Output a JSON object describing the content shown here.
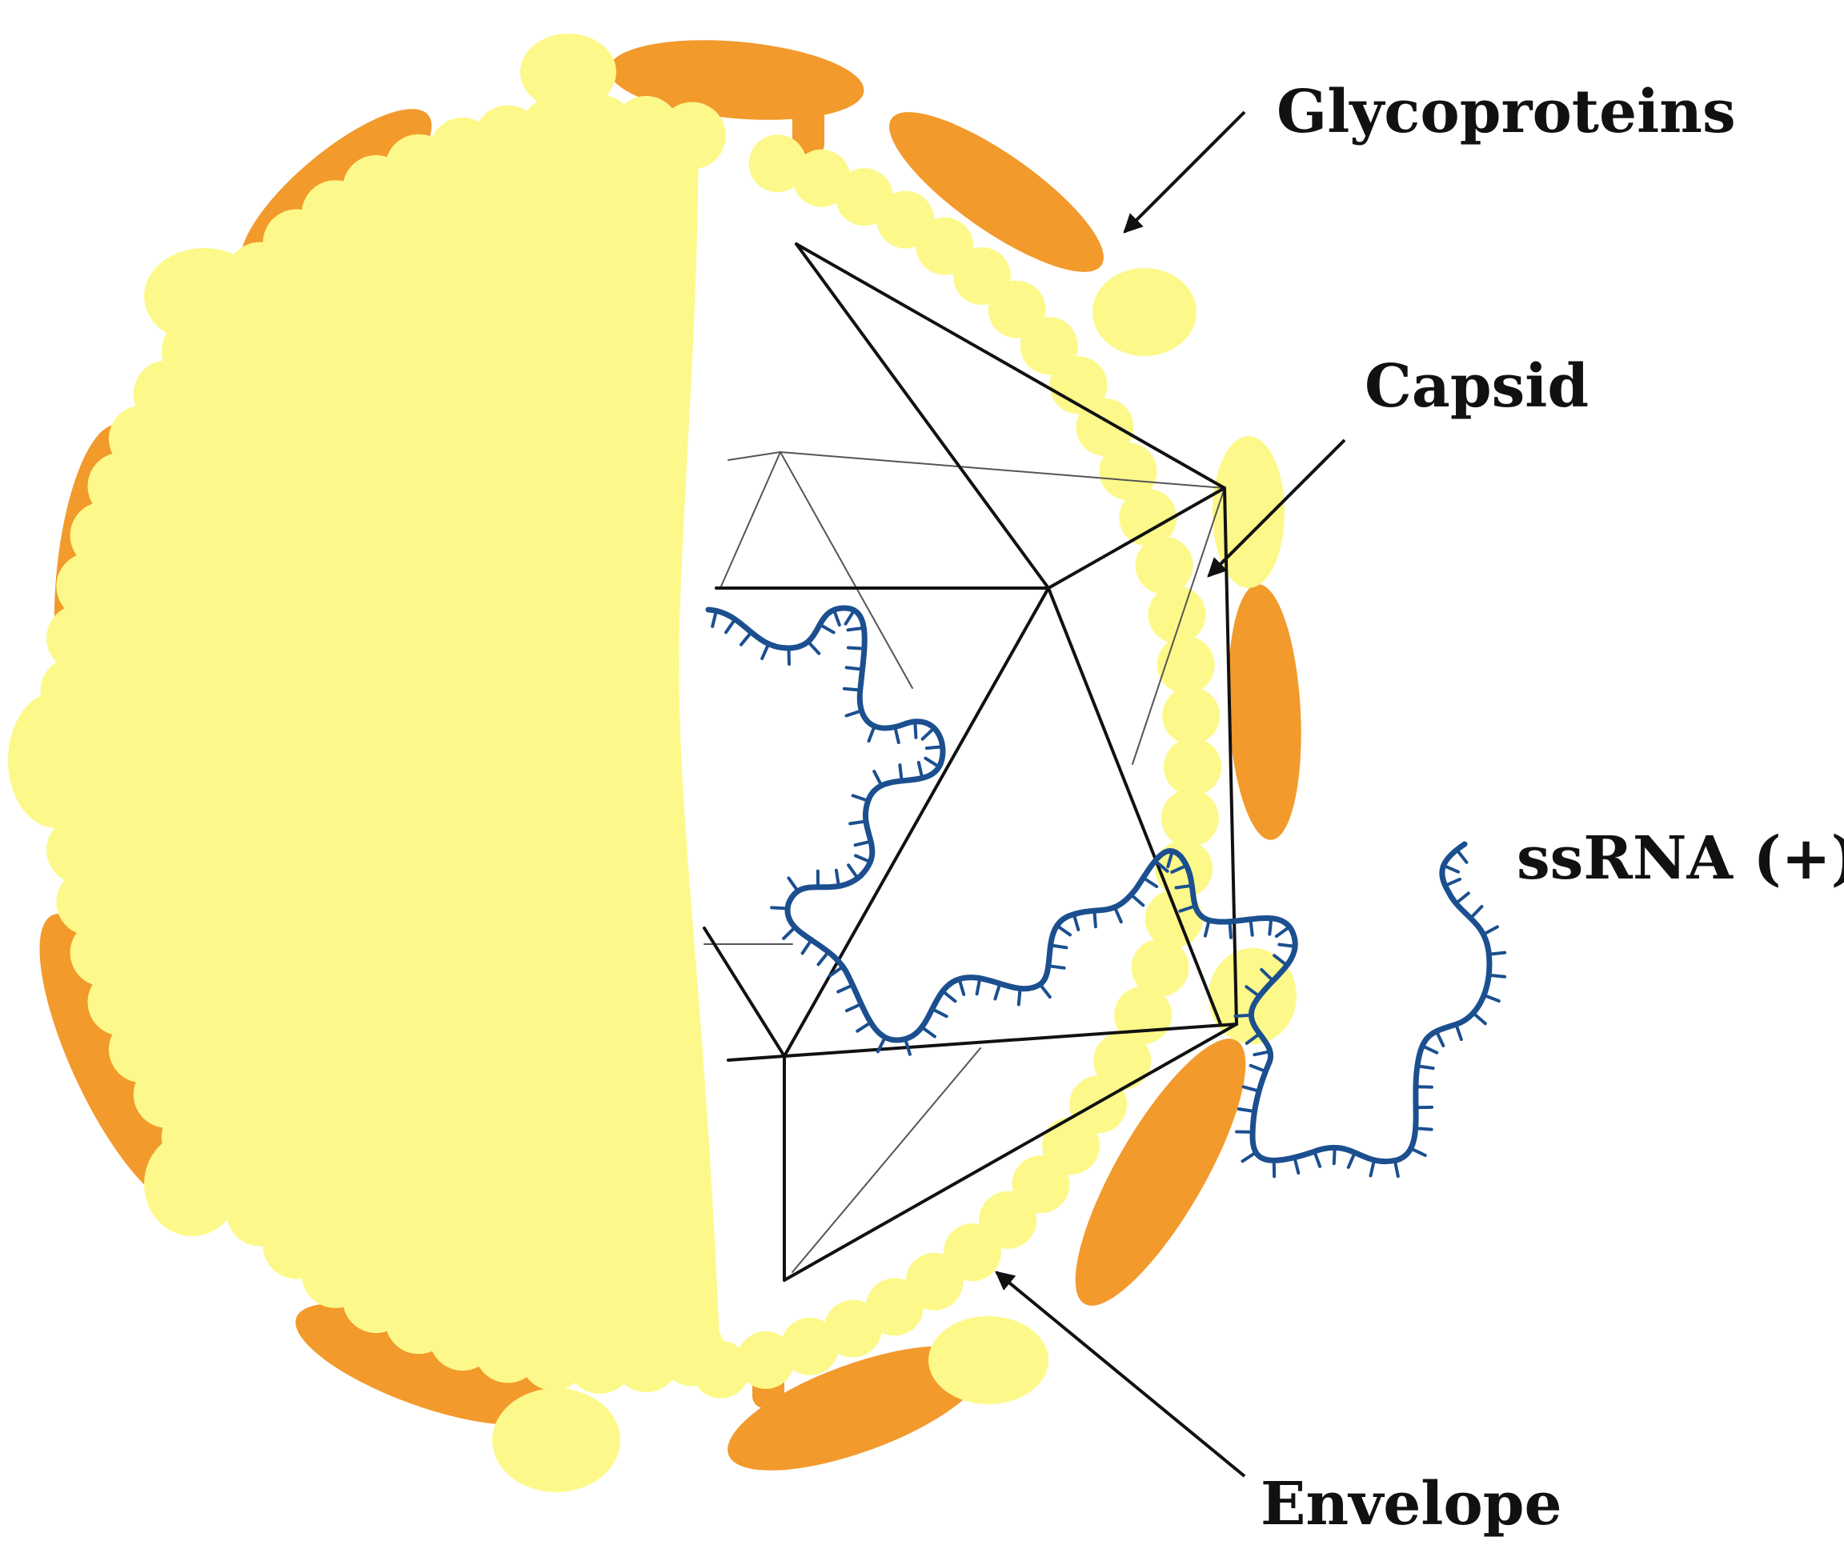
{
  "labels": {
    "glycoproteins": "Glycoproteins",
    "capsid": "Capsid",
    "ssrna": "ssRNA (+)",
    "envelope": "Envelope"
  },
  "colors": {
    "envelope_fill": "#fcf98a",
    "glycoprotein_fill": "#f29a2c",
    "rna_stroke": "#1b4f8f",
    "capsid_stroke": "#111111",
    "arrow": "#111111"
  }
}
